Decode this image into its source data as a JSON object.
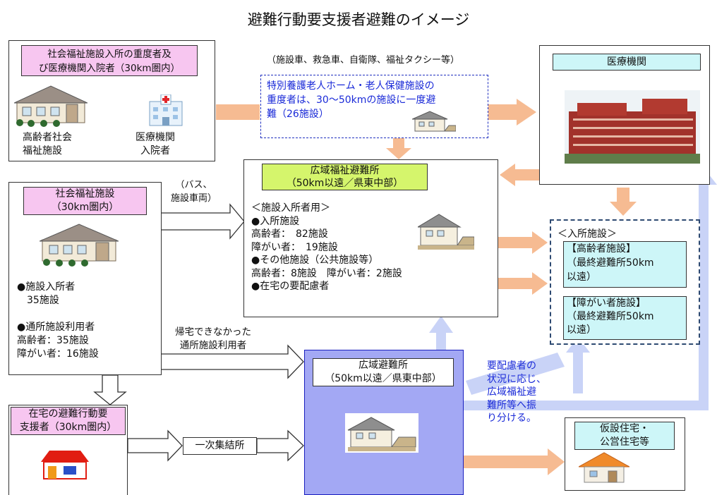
{
  "title": "避難行動要支援者避難のイメージ",
  "vehicles_note": "（施設車、救急車、自衛隊、福祉タクシー等）",
  "box_a": {
    "header": [
      "社会福祉施設入所の重度者及",
      "び医療機関入院者（30km圏内）"
    ],
    "label1": [
      "高齢者社会",
      "福祉施設"
    ],
    "label2": [
      "医療機関",
      "入院者"
    ]
  },
  "special_nursing": [
    "特別養護老人ホーム・老人保健施設の",
    "重度者は、30～50kmの施設に一度避",
    "難（26施設）"
  ],
  "medical": {
    "header": "医療機関"
  },
  "bus_note": [
    "（バス、",
    "施設車両）"
  ],
  "welfare_shelter": {
    "header": [
      "広域福祉避難所",
      "（50km以遠／県東中部）"
    ],
    "lines": [
      "＜施設入所者用＞",
      "●入所施設",
      "高齢者：　82施設",
      "障がい者：　19施設",
      "●その他施設（公共施設等）",
      "高齢者：8施設　障がい者：2施設",
      "●在宅の要配慮者"
    ]
  },
  "social_welfare": {
    "header": [
      "社会福祉施設",
      "（30km圏内）"
    ],
    "lines": [
      "●施設入所者",
      "　35施設",
      "",
      "●通所施設利用者",
      "高齢者：35施設",
      "障がい者：16施設"
    ]
  },
  "nyusho": {
    "header": "＜入所施設＞",
    "box1": [
      "【高齢者施設】",
      "（最終避難所50km",
      "以遠）"
    ],
    "box2": [
      "【障がい者施設】",
      "（最終避難所50km",
      "以遠）"
    ]
  },
  "return_note": [
    "帰宅できなかった",
    "通所施設利用者"
  ],
  "wide_shelter": {
    "header": [
      "広域避難所",
      "（50km以遠／県東中部）"
    ]
  },
  "allocation_note": [
    "要配慮者の",
    "状況に応じ、",
    "広域福祉避",
    "難所等へ振",
    "り分ける。"
  ],
  "home": {
    "header": [
      "在宅の避難行動要",
      "支援者（30km圏内）"
    ]
  },
  "assembly": "一次集結所",
  "temp_housing": {
    "header": [
      "仮設住宅・",
      "公営住宅等"
    ]
  }
}
